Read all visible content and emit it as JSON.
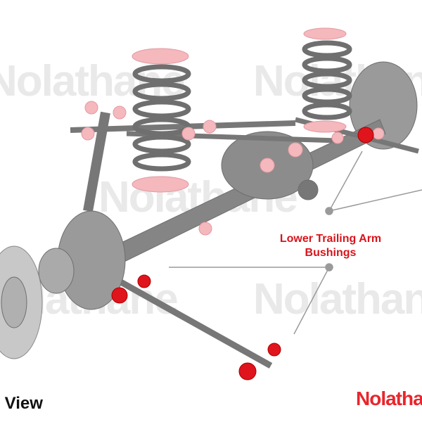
{
  "watermark": "Nolathane",
  "callout": {
    "line1": "Lower Trailing Arm",
    "line2": "Bushings"
  },
  "view_label": "t View",
  "logo": "Nolathane",
  "colors": {
    "bushing_red": "#e0141c",
    "bushing_pink": "#f4b8bd",
    "metal": "#7d7d7d",
    "label_red": "#d8141b"
  }
}
